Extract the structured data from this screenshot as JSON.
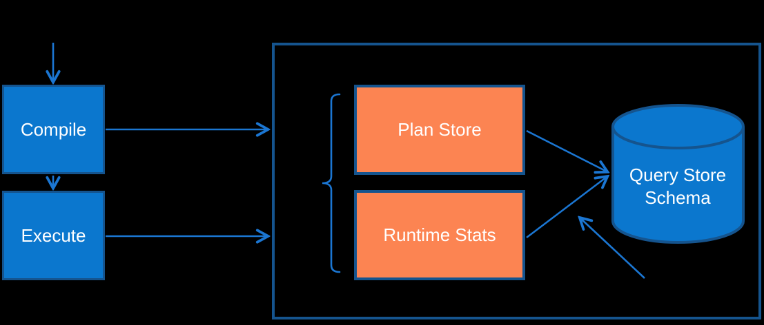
{
  "diagram": {
    "title": "Query Store architecture diagram",
    "background_color": "#000000",
    "colors": {
      "blue_fill": "#0b77ce",
      "orange_fill": "#fc8452",
      "dark_border_blue": "#15548e",
      "arrow_blue": "#1b76d2",
      "text_white": "#ffffff"
    },
    "nodes": {
      "compile": {
        "label": "Compile",
        "shape": "rectangle",
        "fill": "#0b77ce"
      },
      "execute": {
        "label": "Execute",
        "shape": "rectangle",
        "fill": "#0b77ce"
      },
      "plan_store": {
        "label": "Plan Store",
        "shape": "rectangle",
        "fill": "#fc8452"
      },
      "runtime_stats": {
        "label": "Runtime Stats",
        "shape": "rectangle",
        "fill": "#fc8452"
      },
      "query_store_schema": {
        "label": "Query Store Schema",
        "lines": [
          "Query Store",
          "Schema"
        ],
        "shape": "cylinder",
        "fill": "#0b77ce"
      },
      "container": {
        "label": "",
        "shape": "rectangle-outline"
      }
    },
    "connections": [
      {
        "from": "top-offscreen",
        "to": "compile",
        "style": "arrow"
      },
      {
        "from": "compile",
        "to": "execute",
        "style": "arrow"
      },
      {
        "from": "compile",
        "to": "container",
        "style": "arrow"
      },
      {
        "from": "execute",
        "to": "container",
        "style": "arrow"
      },
      {
        "from": "plan_store",
        "to": "query_store_schema",
        "style": "arrow"
      },
      {
        "from": "runtime_stats",
        "to": "query_store_schema",
        "style": "arrow"
      },
      {
        "from": "bottom-right-offscreen",
        "to": "runtime_stats_to_schema_line",
        "style": "arrow"
      },
      {
        "from": "brace",
        "to": "plan_store_and_runtime_stats",
        "style": "left-brace-grouping"
      }
    ]
  }
}
